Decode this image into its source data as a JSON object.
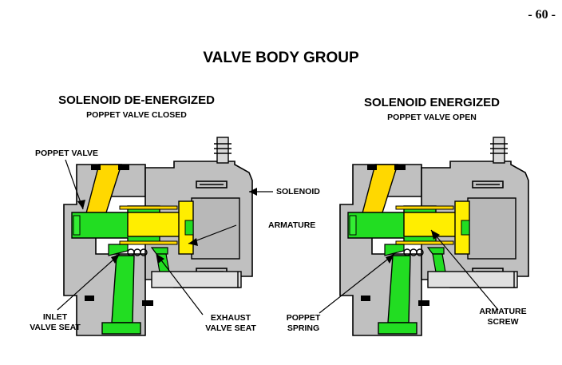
{
  "page_number": "- 60 -",
  "title": "VALVE BODY GROUP",
  "left_diagram": {
    "heading": "SOLENOID DE-ENERGIZED",
    "subheading": "POPPET VALVE CLOSED",
    "labels": {
      "poppet_valve": "POPPET VALVE",
      "solenoid": "SOLENOID",
      "armature": "ARMATURE",
      "inlet_valve_seat_line1": "INLET",
      "inlet_valve_seat_line2": "VALVE SEAT",
      "exhaust_valve_seat_line1": "EXHAUST",
      "exhaust_valve_seat_line2": "VALVE SEAT"
    }
  },
  "right_diagram": {
    "heading": "SOLENOID ENERGIZED",
    "subheading": "POPPET VALVE OPEN",
    "labels": {
      "poppet_spring_line1": "POPPET",
      "poppet_spring_line2": "SPRING",
      "armature_screw_line1": "ARMATURE",
      "armature_screw_line2": "SCREW"
    }
  },
  "colors": {
    "body_gray": "#c0c0c0",
    "poppet_green": "#22dd22",
    "passage_yellow": "#ffd800",
    "armature_yellow": "#ffee00",
    "outline": "#000000"
  }
}
